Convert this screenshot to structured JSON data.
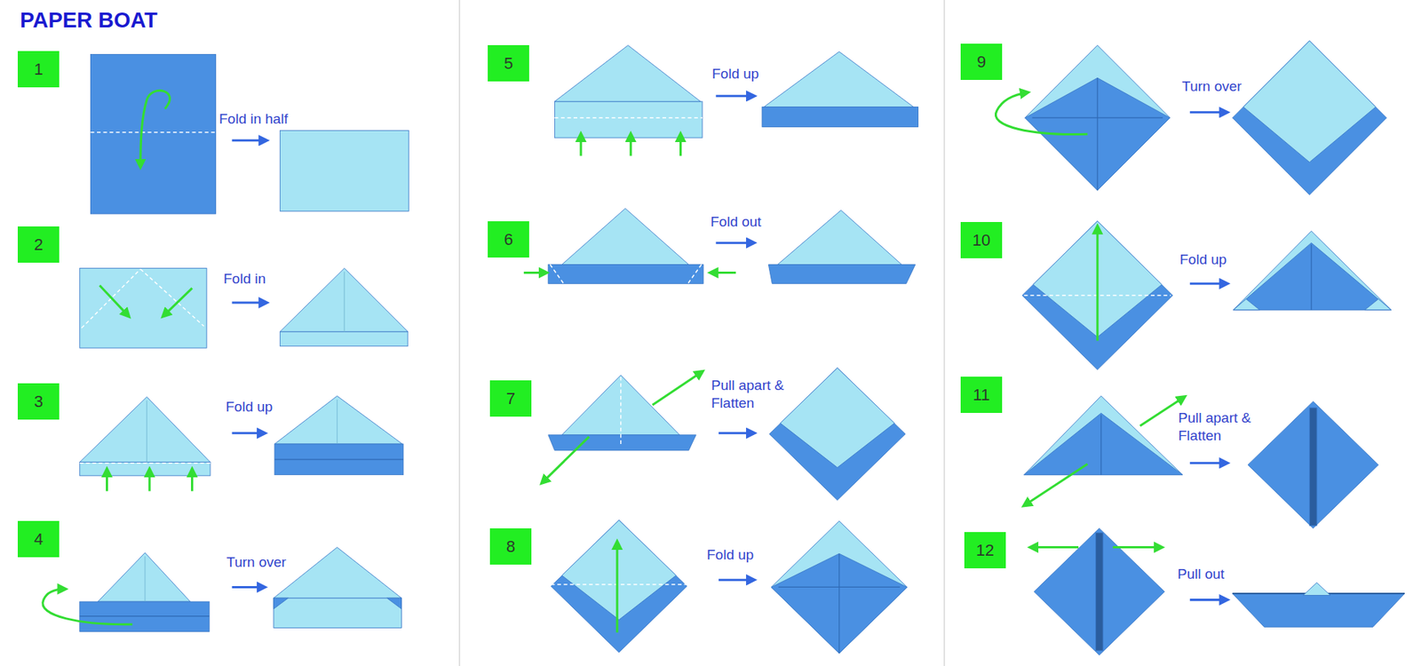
{
  "diagram": {
    "title": "PAPER BOAT",
    "nodes": [
      {
        "text": [
          "1"
        ]
      },
      {
        "text": [
          "2"
        ]
      },
      {
        "text": [
          "3"
        ]
      },
      {
        "text": [
          "4"
        ]
      },
      {
        "text": [
          "5"
        ]
      },
      {
        "text": [
          "6"
        ]
      },
      {
        "text": [
          "7"
        ]
      },
      {
        "text": [
          "8"
        ]
      },
      {
        "text": [
          "9"
        ]
      },
      {
        "text": [
          "10"
        ]
      },
      {
        "text": [
          "11"
        ]
      },
      {
        "text": [
          "12"
        ]
      }
    ],
    "labels": [
      "Fold in half",
      "Fold in",
      "Fold up",
      "Turn over",
      "Fold up",
      "Fold out",
      "Pull apart & Flatten",
      "Fold up",
      "Turn over",
      "Fold up",
      "Pull apart & Flatten",
      "Pull out"
    ]
  }
}
